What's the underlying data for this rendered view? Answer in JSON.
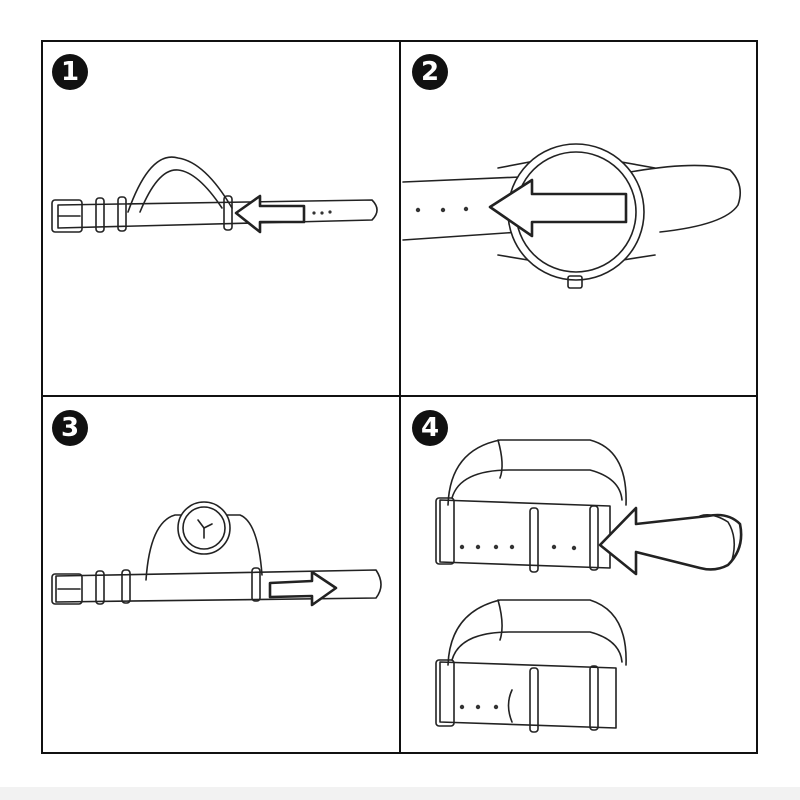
{
  "steps": [
    {
      "number": "1"
    },
    {
      "number": "2"
    },
    {
      "number": "3"
    },
    {
      "number": "4"
    }
  ],
  "colors": {
    "line": "#111111",
    "background": "#ffffff",
    "badge": "#111111",
    "badge_text": "#ffffff"
  }
}
